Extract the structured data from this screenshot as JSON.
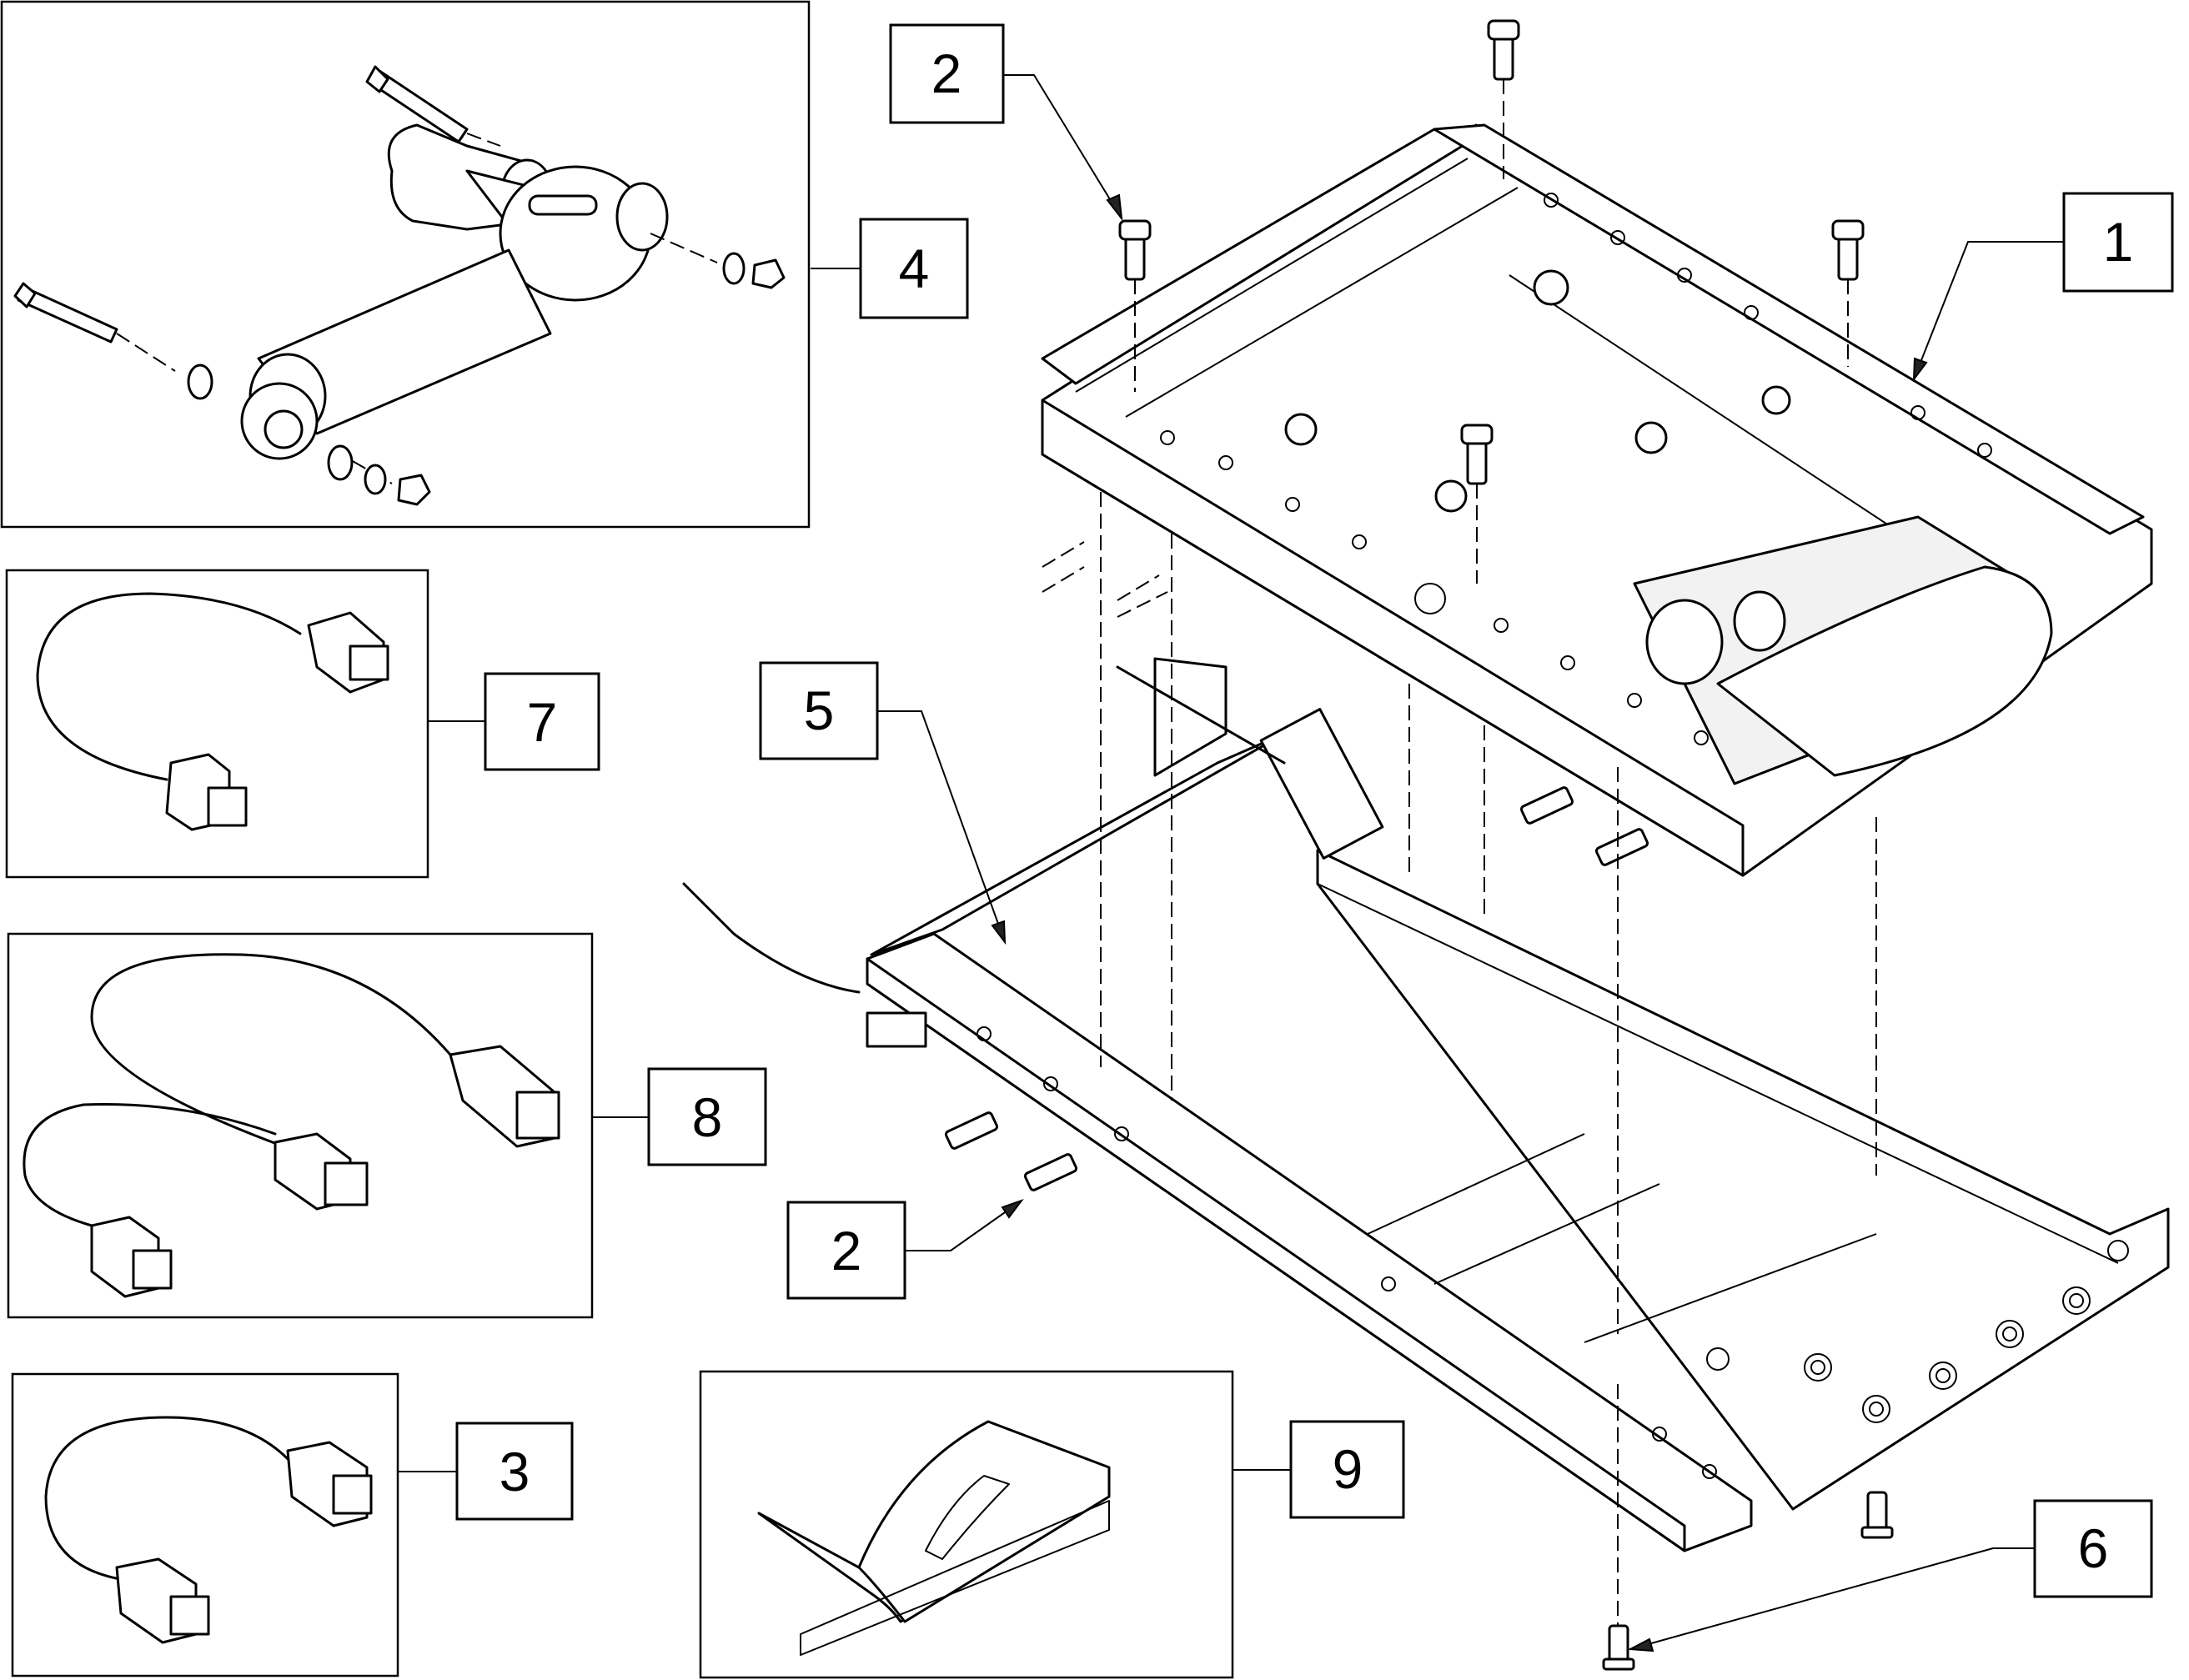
{
  "callouts": {
    "c1": "1",
    "c2_top": "2",
    "c2_bottom": "2",
    "c3": "3",
    "c4": "4",
    "c5": "5",
    "c6": "6",
    "c7": "7",
    "c8": "8",
    "c9": "9"
  }
}
